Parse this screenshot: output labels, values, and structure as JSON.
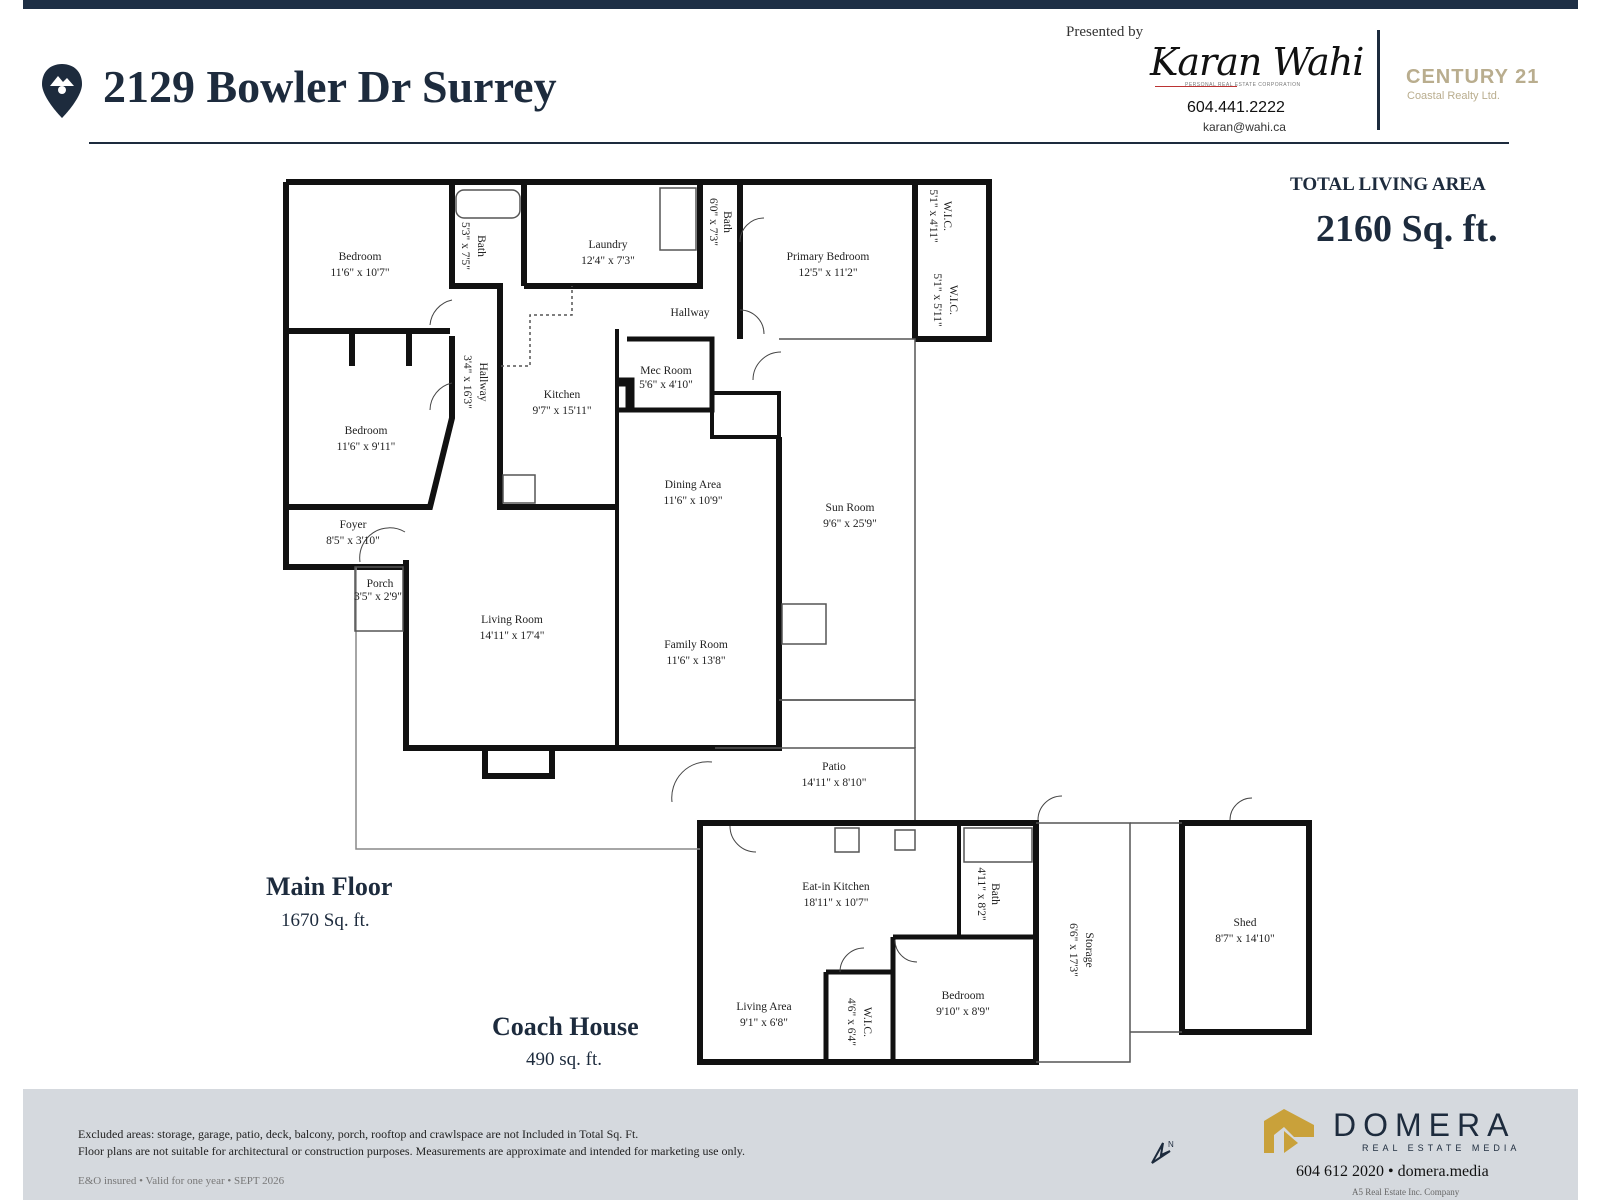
{
  "header": {
    "address": "2129 Bowler Dr Surrey",
    "presented_by": "Presented by",
    "agent_name": "Karan Wahi",
    "agent_corp": "PERSONAL REAL ESTATE CORPORATION",
    "agent_phone": "604.441.2222",
    "agent_email": "karan@wahi.ca",
    "brokerage": "CENTURY 21",
    "brokerage_sub": "Coastal Realty Ltd."
  },
  "totals": {
    "label": "TOTAL LIVING AREA",
    "value": "2160 Sq. ft."
  },
  "floors": {
    "main_name": "Main Floor",
    "main_area": "1670 Sq. ft.",
    "coach_name": "Coach House",
    "coach_area": "490 sq. ft."
  },
  "rooms": {
    "bedroom1": {
      "name": "Bedroom",
      "dims": "11'6\" x 10'7\""
    },
    "bath1": {
      "name": "Bath",
      "dims": "5'3\" x 7'5\""
    },
    "laundry": {
      "name": "Laundry",
      "dims": "12'4\" x 7'3\""
    },
    "bath2": {
      "name": "Bath",
      "dims": "6'0\" x 7'3\""
    },
    "primary": {
      "name": "Primary Bedroom",
      "dims": "12'5\" x 11'2\""
    },
    "wic1": {
      "name": "W.I.C.",
      "dims": "5'1\" x 4'11\""
    },
    "wic2": {
      "name": "W.I.C.",
      "dims": "5'1\" x 5'11\""
    },
    "hallway_top": {
      "name": "Hallway"
    },
    "hallway_side": {
      "name": "Hallway",
      "dims": "3'4\" x 16'3\""
    },
    "kitchen": {
      "name": "Kitchen",
      "dims": "9'7\" x 15'11\""
    },
    "mec": {
      "name": "Mec Room",
      "dims": "5'6\" x 4'10\""
    },
    "bedroom2": {
      "name": "Bedroom",
      "dims": "11'6\" x 9'11\""
    },
    "dining": {
      "name": "Dining Area",
      "dims": "11'6\" x 10'9\""
    },
    "sun": {
      "name": "Sun Room",
      "dims": "9'6\" x 25'9\""
    },
    "foyer": {
      "name": "Foyer",
      "dims": "8'5\" x 3'10\""
    },
    "porch": {
      "name": "Porch",
      "dims": "3'5\" x 2'9\""
    },
    "living": {
      "name": "Living Room",
      "dims": "14'11\" x 17'4\""
    },
    "family": {
      "name": "Family Room",
      "dims": "11'6\" x 13'8\""
    },
    "patio": {
      "name": "Patio",
      "dims": "14'11\" x 8'10\""
    },
    "eatin": {
      "name": "Eat-in Kitchen",
      "dims": "18'11\" x 10'7\""
    },
    "bath3": {
      "name": "Bath",
      "dims": "4'11\" x 8'2\""
    },
    "storage": {
      "name": "Storage",
      "dims": "6'6\" x 17'3\""
    },
    "shed": {
      "name": "Shed",
      "dims": "8'7\" x 14'10\""
    },
    "livingarea": {
      "name": "Living Area",
      "dims": "9'1\" x 6'8\""
    },
    "wic3": {
      "name": "W.I.C.",
      "dims": "4'6\" x 6'4\""
    },
    "bedroom3": {
      "name": "Bedroom",
      "dims": "9'10\" x 8'9\""
    }
  },
  "footer": {
    "line1": "Excluded areas: storage, garage, patio, deck, balcony, porch, rooftop and crawlspace are not Included in Total Sq. Ft.",
    "line2": "Floor plans are not suitable for architectural or construction purposes. Measurements are approximate and intended for marketing use only.",
    "line3": "E&O insured  •  Valid for one year  •  SEPT 2026",
    "company_name": "DOMERA",
    "company_sub": "REAL ESTATE MEDIA",
    "company_contact": "604 612 2020 • domera.media",
    "company_legal": "A5 Real Estate Inc. Company"
  },
  "colors": {
    "navy": "#1d2b3d",
    "footer_bg": "#d5d9de",
    "brokerage_gold": "#b9ad8e",
    "domera_gold": "#c9a13a"
  },
  "icons": {
    "location": "location-pin-icon",
    "compass": "north-arrow-icon",
    "domera": "domera-logo-icon"
  }
}
